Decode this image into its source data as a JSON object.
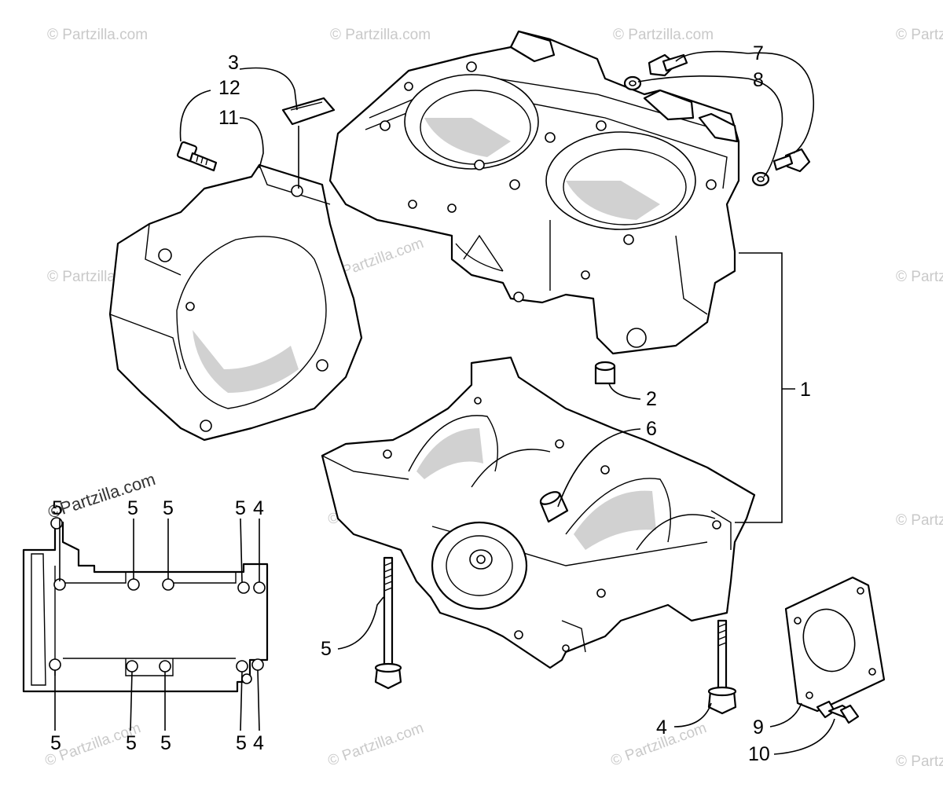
{
  "watermark": {
    "text": "© Partzilla.com"
  },
  "callouts": {
    "c1": "1",
    "c2": "2",
    "c3": "3",
    "c4": "4",
    "c5": "5",
    "c6": "6",
    "c7": "7",
    "c8": "8",
    "c9": "9",
    "c10": "10",
    "c11": "11",
    "c12": "12"
  },
  "inset": {
    "watermark": "©Partzilla.com",
    "top_labels": [
      "5",
      "5",
      "5",
      "5",
      "4"
    ],
    "bottom_labels": [
      "5",
      "5",
      "5",
      "5",
      "4"
    ]
  }
}
